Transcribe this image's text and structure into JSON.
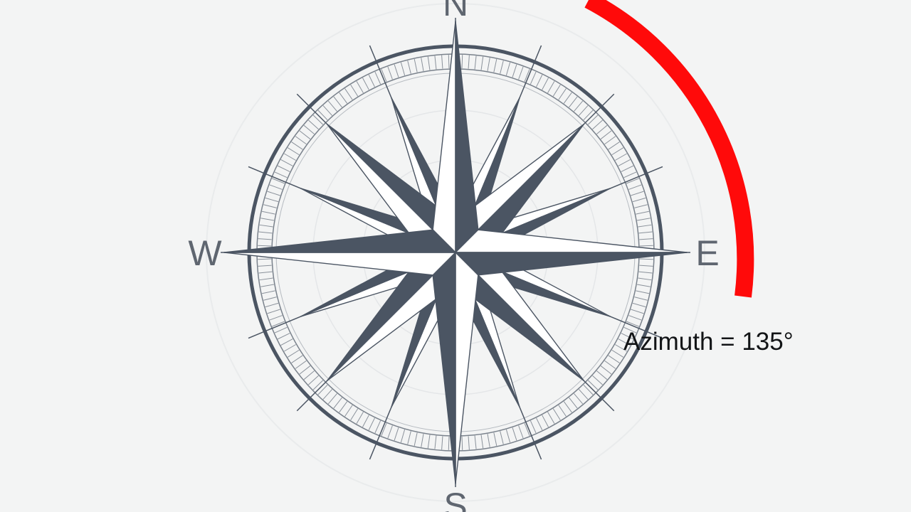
{
  "labels": {
    "north": "N",
    "east": "E",
    "south": "S",
    "west": "W"
  },
  "azimuth": {
    "text": "Azimuth = 135°",
    "value_deg": 135
  },
  "colors": {
    "background": "#f3f4f4",
    "rose_dark": "#4b5563",
    "rose_light": "#ffffff",
    "ring": "#4b5563",
    "tick": "#8a919a",
    "label": "#5f6670",
    "arc": "#ff0a0a",
    "readout": "#121416"
  }
}
